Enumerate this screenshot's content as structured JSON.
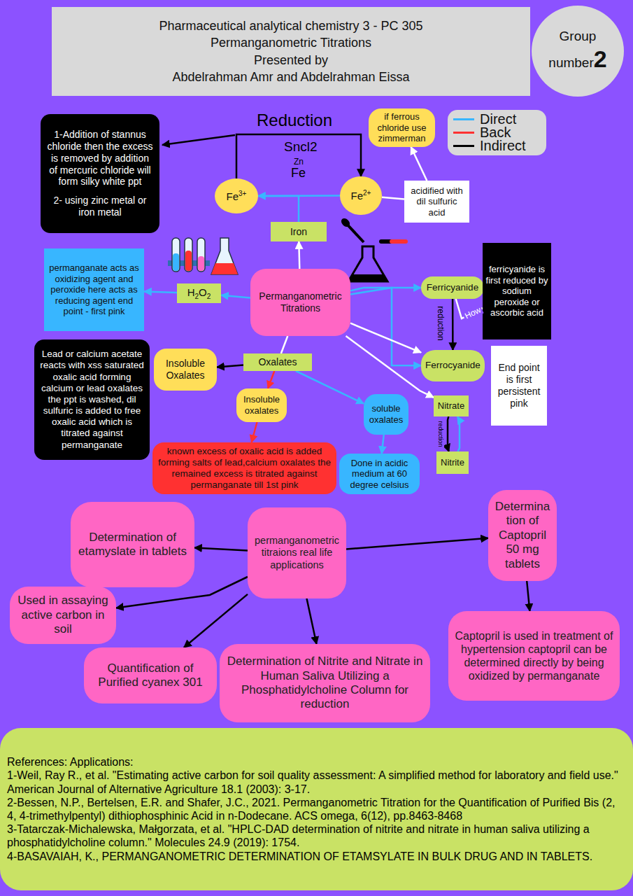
{
  "diagram": {
    "nodes": [
      {
        "text": [
          "Pharmaceutical analytical chemistry 3 - PC 305",
          "Permanganometric Titrations",
          "Presented by",
          "Abdelrahman Amr and Abdelrahman Eissa"
        ]
      },
      {
        "text": [
          "Group number",
          "2"
        ]
      },
      {
        "text": [
          "1-Addition of stannus chloride then the excess is removed by addition of mercuric chloride will form silky white ppt",
          "2- using zinc metal or iron metal"
        ]
      },
      {
        "text": [
          "if ferrous chloride use zimmerman"
        ]
      },
      {
        "text": [
          "Fe",
          "3+"
        ]
      },
      {
        "text": [
          "Fe",
          "2+"
        ]
      },
      {
        "text": [
          "acidified with dil sulfuric acid"
        ]
      },
      {
        "text": [
          "Iron"
        ]
      },
      {
        "text": [
          "permanganate acts as oxidizing agent and peroxide here acts as reducing agent end point - first pink"
        ]
      },
      {
        "text": [
          "H",
          "2",
          "O",
          "2"
        ]
      },
      {
        "text": [
          "Permanganometric Titrations"
        ]
      },
      {
        "text": [
          "Ferricyanide"
        ]
      },
      {
        "text": [
          "ferricyanide is first reduced by sodium peroxide or ascorbic acid"
        ]
      },
      {
        "text": [
          "Lead or calcium acetate reacts with xss saturated oxalic acid forming calcium or lead oxalates the ppt is washed, dil sulfuric is added to free oxalic acid which is titrated against permanganate"
        ]
      },
      {
        "text": [
          "Insoluble Oxalates"
        ]
      },
      {
        "text": [
          "Oxalates"
        ]
      },
      {
        "text": [
          "Ferrocyanide"
        ]
      },
      {
        "text": [
          "End point is first persistent pink"
        ]
      },
      {
        "text": [
          "Insoluble oxalates"
        ]
      },
      {
        "text": [
          "soluble oxalates"
        ]
      },
      {
        "text": [
          "Nitrate"
        ]
      },
      {
        "text": [
          "known excess of oxalic acid is added forming salts of lead,calcium oxalates the remained excess is titrated against permanganate till 1st pink"
        ]
      },
      {
        "text": [
          "Done in acidic medium at 60 degree celsius"
        ]
      },
      {
        "text": [
          "Nitrite"
        ]
      },
      {
        "text": [
          "Determination of etamyslate in tablets"
        ]
      },
      {
        "text": [
          "permanganometric titraions real life applications"
        ]
      },
      {
        "text": [
          "Determina tion of Captopril 50 mg tablets"
        ]
      },
      {
        "text": [
          "Used in assaying active carbon in soil"
        ]
      },
      {
        "text": [
          "Quantification of Purified cyanex 301"
        ]
      },
      {
        "text": [
          "Determination of Nitrite and Nitrate in Human Saliva Utilizing a Phosphatidylcholine Column for reduction"
        ]
      },
      {
        "text": [
          "Captopril is used in treatment of hypertension captopril can be determined directly by being oxidized by permanganate"
        ]
      },
      {
        "text": [
          "References: Applications:",
          "1-Weil, Ray R., et al. \"Estimating active carbon for soil quality assessment: A simplified method for laboratory and field use.\" American Journal of Alternative Agriculture 18.1 (2003): 3-17.",
          "2-Bessen, N.P., Bertelsen, E.R. and Shafer, J.C., 2021. Permanganometric Titration for the Quantification of Purified Bis (2, 4, 4-trimethylpentyl) dithiophosphinic Acid in n-Dodecane. ACS omega, 6(12), pp.8463-8468",
          "3-Tatarczak-Michalewska, Małgorzata, et al. \"HPLC-DAD determination of nitrite and nitrate in human saliva utilizing a phosphatidylcholine column.\" Molecules 24.9 (2019): 1754.",
          "4-BASAVAIAH, K., PERMANGANOMETRIC DETERMINATION OF ETAMSYLATE IN BULK DRUG AND IN TABLETS."
        ]
      }
    ],
    "edges": [
      {
        "from": 4,
        "to": 5,
        "arrow": "to",
        "label": "Reduction"
      },
      {
        "from": 5,
        "to": 4,
        "arrow": "to"
      },
      {
        "from": 7,
        "to": 4,
        "arrow": "none"
      },
      {
        "from": 10,
        "to": 7,
        "arrow": "to"
      },
      {
        "from": 5,
        "to": 6,
        "arrow": "none"
      },
      {
        "from": 6,
        "to": 3,
        "arrow": "to"
      },
      {
        "from": 10,
        "to": 9,
        "arrow": "to"
      },
      {
        "from": 9,
        "to": 8,
        "arrow": "to"
      },
      {
        "from": 10,
        "to": 11,
        "arrow": "to"
      },
      {
        "from": 10,
        "to": 16,
        "arrow": "to"
      },
      {
        "from": 11,
        "to": 16,
        "arrow": "to",
        "label": "reduction"
      },
      {
        "from": 11,
        "to": 12,
        "arrow": "to",
        "label": "How"
      },
      {
        "from": 10,
        "to": 16,
        "arrow": "to"
      },
      {
        "from": 10,
        "to": 20,
        "arrow": "to"
      },
      {
        "from": 20,
        "to": 23,
        "arrow": "to",
        "label": "reduction"
      },
      {
        "from": 23,
        "to": 20,
        "arrow": "to"
      },
      {
        "from": 10,
        "to": 15,
        "arrow": "none"
      },
      {
        "from": 15,
        "to": 14,
        "arrow": "to"
      },
      {
        "from": 15,
        "to": 18,
        "arrow": "to"
      },
      {
        "from": 18,
        "to": 21,
        "arrow": "to"
      },
      {
        "from": 15,
        "to": 19,
        "arrow": "to"
      },
      {
        "from": 19,
        "to": 22,
        "arrow": "to"
      },
      {
        "from": 25,
        "to": 24,
        "arrow": "to"
      },
      {
        "from": 25,
        "to": 27,
        "arrow": "to"
      },
      {
        "from": 25,
        "to": 28,
        "arrow": "to"
      },
      {
        "from": 25,
        "to": 29,
        "arrow": "to"
      },
      {
        "from": 25,
        "to": 26,
        "arrow": "to"
      },
      {
        "from": 26,
        "to": 30,
        "arrow": "to"
      }
    ],
    "labels": [
      "Sncl2",
      "Zn",
      "Fe"
    ],
    "legend": [
      {
        "text": "Direct",
        "color": "#38b6ff"
      },
      {
        "text": "Back",
        "color": "#ff3131"
      },
      {
        "text": "Indirect",
        "color": "#000000"
      }
    ]
  }
}
